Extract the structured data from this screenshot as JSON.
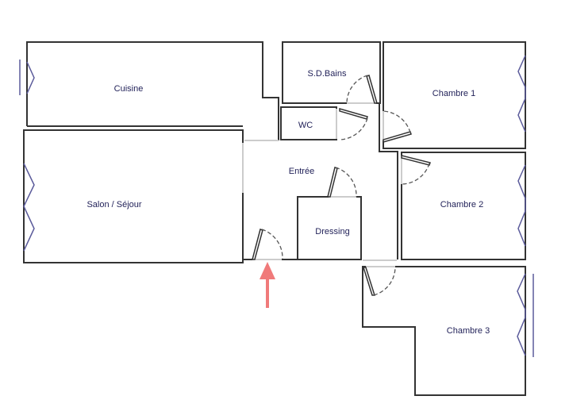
{
  "rooms": {
    "cuisine": "Cuisine",
    "salon": "Salon / Séjour",
    "sdb": "S.D.Bains",
    "wc": "WC",
    "entree": "Entrée",
    "dressing": "Dressing",
    "chambre1": "Chambre 1",
    "chambre2": "Chambre 2",
    "chambre3": "Chambre 3"
  },
  "colors": {
    "walls": "#333333",
    "labels": "#23235a",
    "windows": "#5a5a9a",
    "entrance_arrow": "#f07a7a"
  }
}
